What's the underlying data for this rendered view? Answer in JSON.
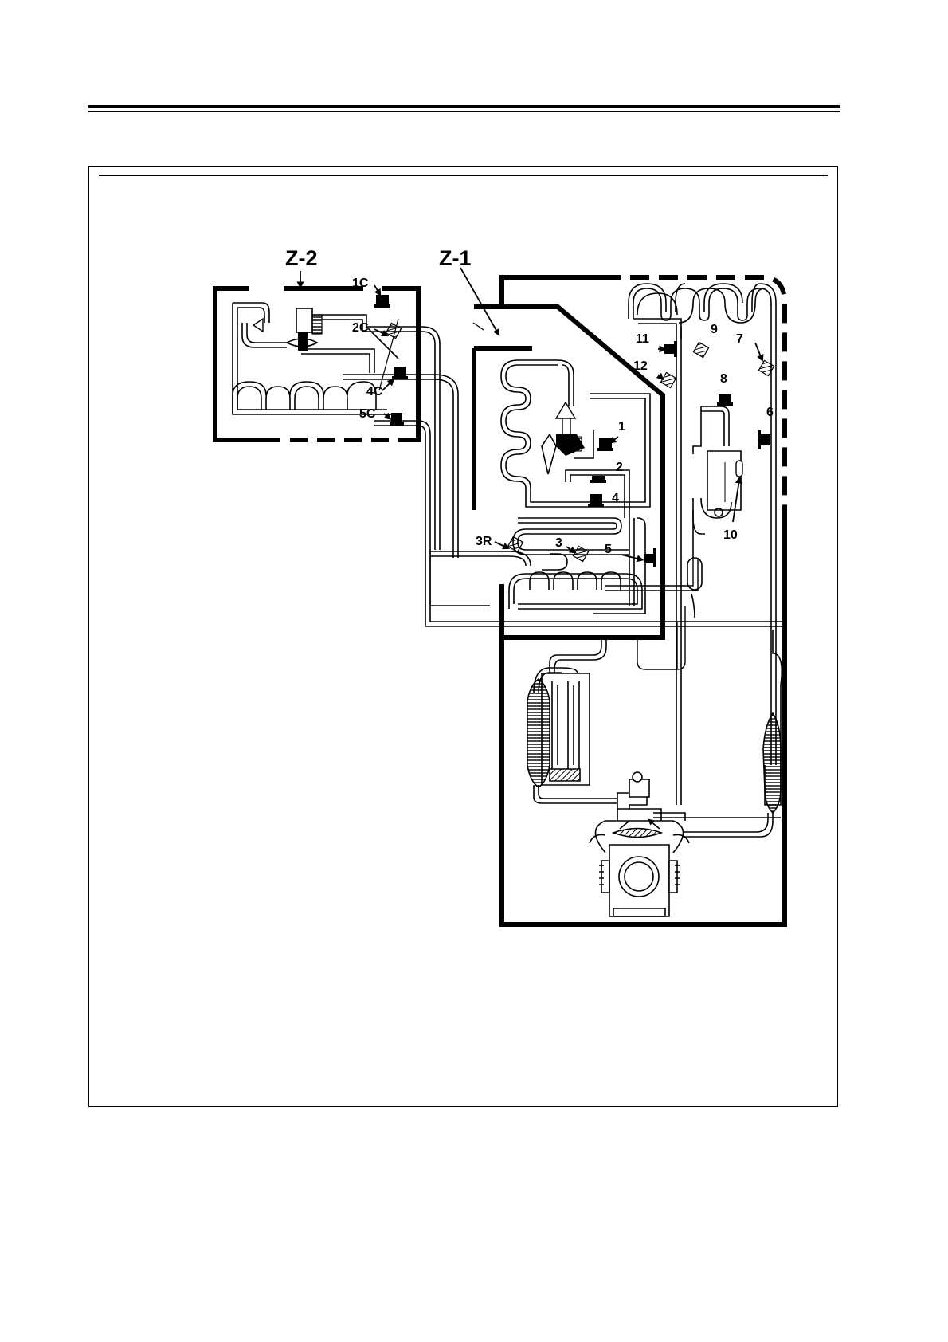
{
  "zones": {
    "z1": "Z-1",
    "z2": "Z-2"
  },
  "components": {
    "c1": "1",
    "c2": "2",
    "c3": "3",
    "c3r": "3R",
    "c4": "4",
    "c5": "5",
    "c6": "6",
    "c7": "7",
    "c8": "8",
    "c9": "9",
    "c10": "10",
    "c11": "11",
    "c12": "12",
    "c1c": "1C",
    "c2c": "2C",
    "c4c": "4C",
    "c5c": "5C"
  }
}
